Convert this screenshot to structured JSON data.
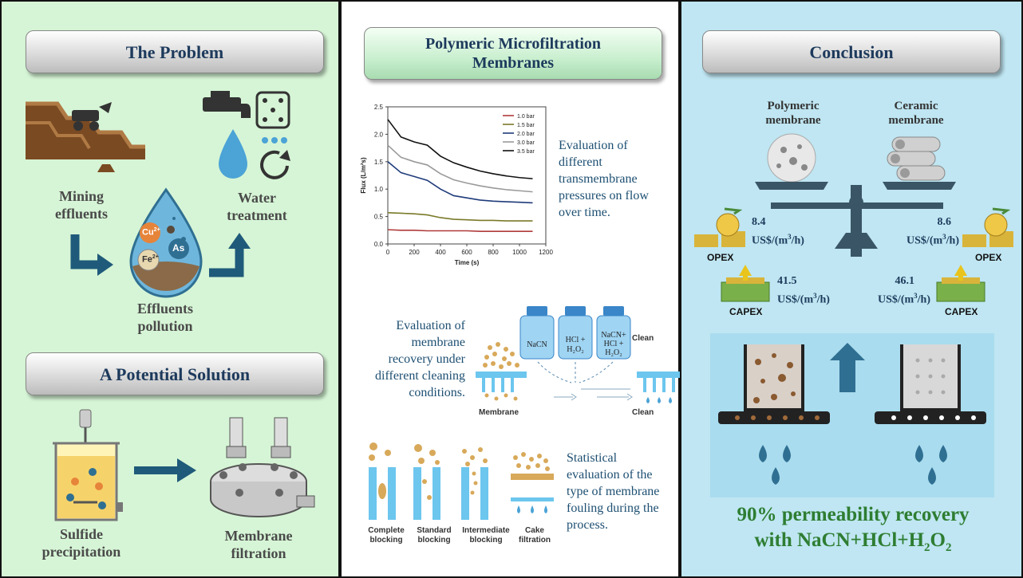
{
  "panel1": {
    "title": "The Problem",
    "mining": "Mining effluents",
    "water": "Water treatment",
    "effluents": "Effluents pollution",
    "ion_cu": "Cu",
    "ion_cu_sup": "2+",
    "ion_as": "As",
    "ion_fe": "Fe",
    "ion_fe_sup": "2+",
    "solution_title": "A Potential Solution",
    "sulfide": "Sulfide precipitation",
    "membrane": "Membrane filtration"
  },
  "panel2": {
    "title": "Polymeric Microfiltration Membranes",
    "eval1": "Evaluation of different transmembrane pressures on flow over time.",
    "eval2": "Evaluation of membrane recovery under different cleaning conditions.",
    "eval3": "Statistical evaluation of the type of membrane fouling during the process.",
    "bottle1": "NaCN",
    "bottle2a": "HCl +",
    "bottle2b": "H₂O₂",
    "bottle3a": "NaCN+",
    "bottle3b": "HCl +",
    "bottle3c": "H₂O₂",
    "clean_top": "Clean",
    "clean_bottom": "Clean",
    "membrane_lbl": "Membrane",
    "block1a": "Complete",
    "block1b": "blocking",
    "block2a": "Standard",
    "block2b": "blocking",
    "block3a": "Intermediate",
    "block3b": "blocking",
    "block4a": "Cake",
    "block4b": "filtration"
  },
  "chart_data": {
    "type": "line",
    "xlabel": "Time (s)",
    "ylabel": "Flux (L/m²s)",
    "xlim": [
      0,
      1200
    ],
    "ylim": [
      0,
      2.5
    ],
    "xticks": [
      "0",
      "200",
      "400",
      "600",
      "800",
      "1000",
      "1200"
    ],
    "yticks": [
      "0.0",
      "0.5",
      "1.0",
      "1.5",
      "2.0",
      "2.5"
    ],
    "legend_position": "top-right",
    "x": [
      0,
      100,
      200,
      300,
      400,
      500,
      600,
      700,
      800,
      900,
      1000,
      1100
    ],
    "series": [
      {
        "name": "1.0 bar",
        "color": "#b03a3a",
        "values": [
          0.26,
          0.25,
          0.25,
          0.24,
          0.24,
          0.24,
          0.24,
          0.23,
          0.23,
          0.23,
          0.23,
          0.23
        ]
      },
      {
        "name": "1.5 bar",
        "color": "#7a7a2a",
        "values": [
          0.57,
          0.56,
          0.55,
          0.53,
          0.48,
          0.45,
          0.44,
          0.43,
          0.43,
          0.42,
          0.42,
          0.42
        ]
      },
      {
        "name": "2.0 bar",
        "color": "#1f3b7a",
        "values": [
          1.5,
          1.3,
          1.23,
          1.16,
          1.0,
          0.88,
          0.84,
          0.8,
          0.78,
          0.77,
          0.76,
          0.75
        ]
      },
      {
        "name": "3.0 bar",
        "color": "#9a9a9a",
        "values": [
          1.8,
          1.58,
          1.5,
          1.44,
          1.28,
          1.17,
          1.11,
          1.06,
          1.02,
          0.99,
          0.97,
          0.95
        ]
      },
      {
        "name": "3.5 bar",
        "color": "#111111",
        "values": [
          2.27,
          1.95,
          1.86,
          1.8,
          1.6,
          1.48,
          1.4,
          1.33,
          1.28,
          1.24,
          1.21,
          1.19
        ]
      }
    ]
  },
  "panel3": {
    "title": "Conclusion",
    "poly_label": "Polymeric membrane",
    "cer_label": "Ceramic membrane",
    "opex_left_val": "8.4",
    "opex_right_val": "8.6",
    "capex_left_val": "41.5",
    "capex_right_val": "46.1",
    "unit_prefix": "US$/(m",
    "unit_sup": "3",
    "unit_suffix": "/h)",
    "opex_left": "OPEX",
    "opex_right": "OPEX",
    "capex_left": "CAPEX",
    "capex_right": "CAPEX",
    "result_line1": "90% permeability recovery",
    "result_line2_prefix": "with NaCN+HCl+H",
    "result_sub1": "2",
    "result_mid": "O",
    "result_sub2": "2",
    "result_color": "#2e7d32"
  }
}
